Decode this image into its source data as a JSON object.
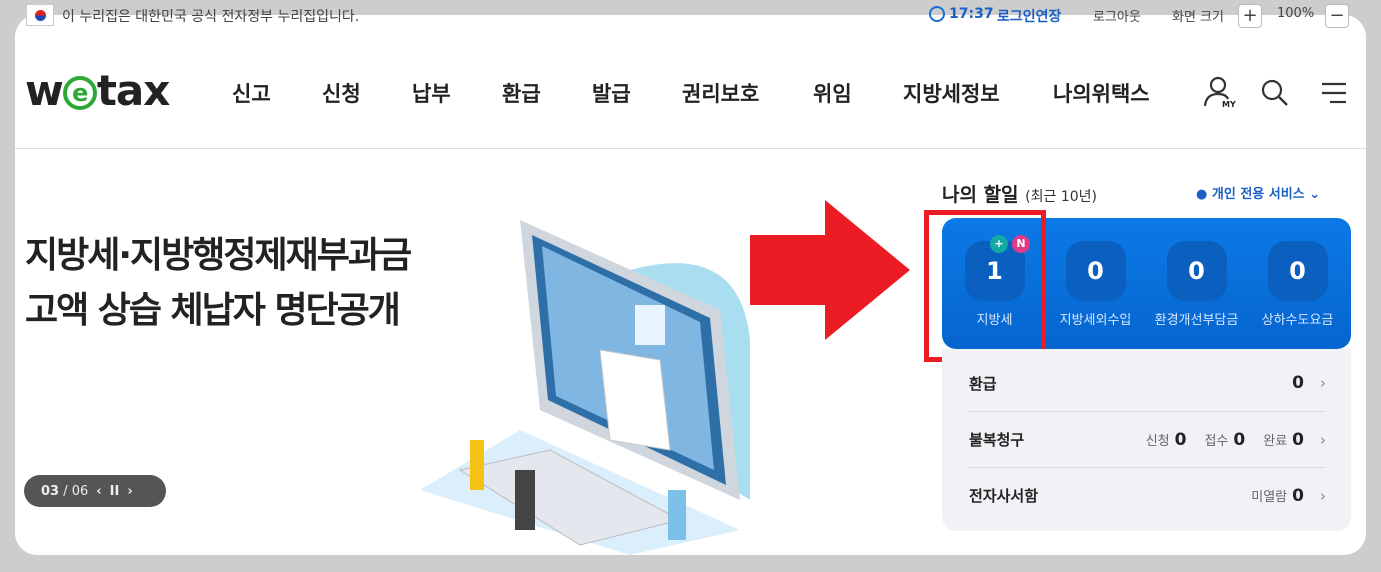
{
  "topbar": {
    "notice": "이 누리집은 대한민국 공식 전자정부 누리집입니다.",
    "time": "17:37",
    "extend": "로그인연장",
    "logout": "로그아웃",
    "screen_size": "화면 크기",
    "zoom_in": "+",
    "zoom": "100%",
    "zoom_out": "−"
  },
  "header": {
    "logo_pre": "w",
    "logo_e": "e",
    "logo_post": "tax",
    "nav": [
      "신고",
      "신청",
      "납부",
      "환급",
      "발급",
      "권리보호",
      "위임",
      "지방세정보",
      "나의위택스"
    ],
    "my_label": "MY"
  },
  "hero": {
    "line1": "지방세·지방행정제재부과금",
    "line2": "고액 상습 체납자 명단공개",
    "pager_current": "03",
    "pager_total": "/ 06"
  },
  "tasks": {
    "title": "나의 할일",
    "subtitle": "(최근 10년)",
    "personal": "개인 전용 서비스",
    "categories": [
      {
        "count": "1",
        "label": "지방세"
      },
      {
        "count": "0",
        "label": "지방세외수입"
      },
      {
        "count": "0",
        "label": "환경개선부담금"
      },
      {
        "count": "0",
        "label": "상하수도요금"
      }
    ],
    "badges": {
      "plus": "+",
      "new": "N"
    },
    "refund": {
      "label": "환급",
      "value": "0"
    },
    "appeal": {
      "label": "불복청구",
      "applied": "신청",
      "applied_v": "0",
      "received": "접수",
      "received_v": "0",
      "done": "완료",
      "done_v": "0"
    },
    "mailbox": {
      "label": "전자사서함",
      "unread": "미열람",
      "unread_v": "0"
    }
  },
  "colors": {
    "brand_blue": "#0c79e6",
    "highlight_red": "#ec1c24",
    "logo_green": "#2ea836"
  }
}
